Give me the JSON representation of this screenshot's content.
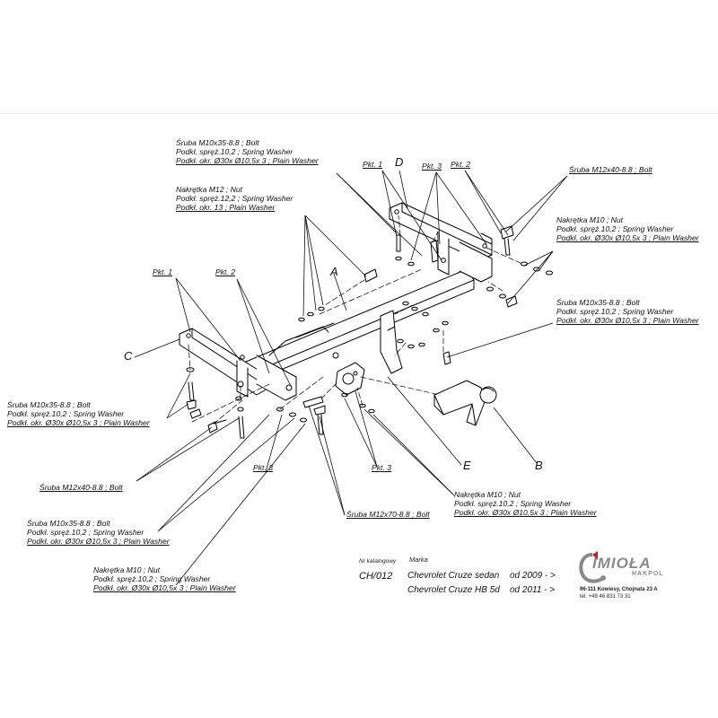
{
  "labels": {
    "bolt_m10_top": [
      "Śruba M10x35-8.8 ;  Bolt",
      "Podkł. spręż.10,2 ; Spring Washer",
      "Podkł. okr.  Ø30x Ø10,5x 3 ; Plain Washer"
    ],
    "nut_m12": [
      "Nakrętka  M12 ; Nut",
      "Podkł. spręż.12,2 ; Spring Washer",
      "Podkł. okr. 13 ; Plain Washer"
    ],
    "bolt_m12_top": "Śruba M12x40-8.8 ;  Bolt",
    "nut_m10_right": [
      "Nakrętka  M10 ; Nut",
      "Podkł. spręż.10,2 ; Spring Washer",
      "Podkł. okr.  Ø30x Ø10,5x 3 ; Plain Washer"
    ],
    "bolt_m10_right": [
      "Śruba M10x35-8.8 ;  Bolt",
      "Podkł. spręż.10,2 ; Spring Washer",
      "Podkł. okr.  Ø30x Ø10,5x 3 ; Plain Washer"
    ],
    "bolt_m10_left": [
      "Śruba M10x35-8.8 ;  Bolt",
      "Podkł. spręż.10,2 ; Spring Washer",
      "Podkł. okr.  Ø30x Ø10,5x 3 ; Plain Washer"
    ],
    "bolt_m12_left": "Śruba M12x40-8.8 ;  Bolt",
    "bolt_m10_bottom": [
      "Śruba M10x35-8.8 ;  Bolt",
      "Podkł. spręż.10,2 ; Spring Washer",
      "Podkł. okr.  Ø30x Ø10,5x 3 ; Plain Washer"
    ],
    "nut_m10_bottom": [
      "Nakrętka  M10 ; Nut",
      "Podkł. spręż.10,2 ; Spring Washer",
      "Podkł. okr.  Ø30x Ø10,5x 3 ; Plain Washer"
    ],
    "nut_m10_center": [
      "Nakrętka  M10 ; Nut",
      "Podkł. spręż.10,2 ; Spring Washer",
      "Podkł. okr.  Ø30x Ø10,5x 3 ; Plain Washer"
    ],
    "bolt_m12x70": "Śruba M12x70-8.8 ;  Bolt"
  },
  "pkt": {
    "top_1": "Pkt. 1",
    "top_3": "Pkt. 3",
    "top_2": "Pkt. 2",
    "left_1": "Pkt. 1",
    "left_2": "Pkt. 2",
    "bottom_3a": "Pkt. 3",
    "bottom_3b": "Pkt. 3"
  },
  "letters": {
    "a": "A",
    "b": "B",
    "c": "C",
    "d": "D",
    "e": "E"
  },
  "catalog": {
    "nr_label": "Nr katalogowy",
    "marka_label": "Marka",
    "number": "CH/012",
    "models": [
      "Chevrolet Cruze sedan",
      "Chevrolet Cruze HB 5d"
    ],
    "years": [
      "od 2009 - >",
      "od 2011 - >"
    ]
  },
  "logo": {
    "brand": "IMIOŁA",
    "sub": "HAKPOL",
    "address": [
      "96-111 Kowiesy, Chojnata 23 A",
      "tel. +48 46 831 73 31"
    ],
    "color": "#8a8a8a",
    "accent": "#c81e1e"
  }
}
